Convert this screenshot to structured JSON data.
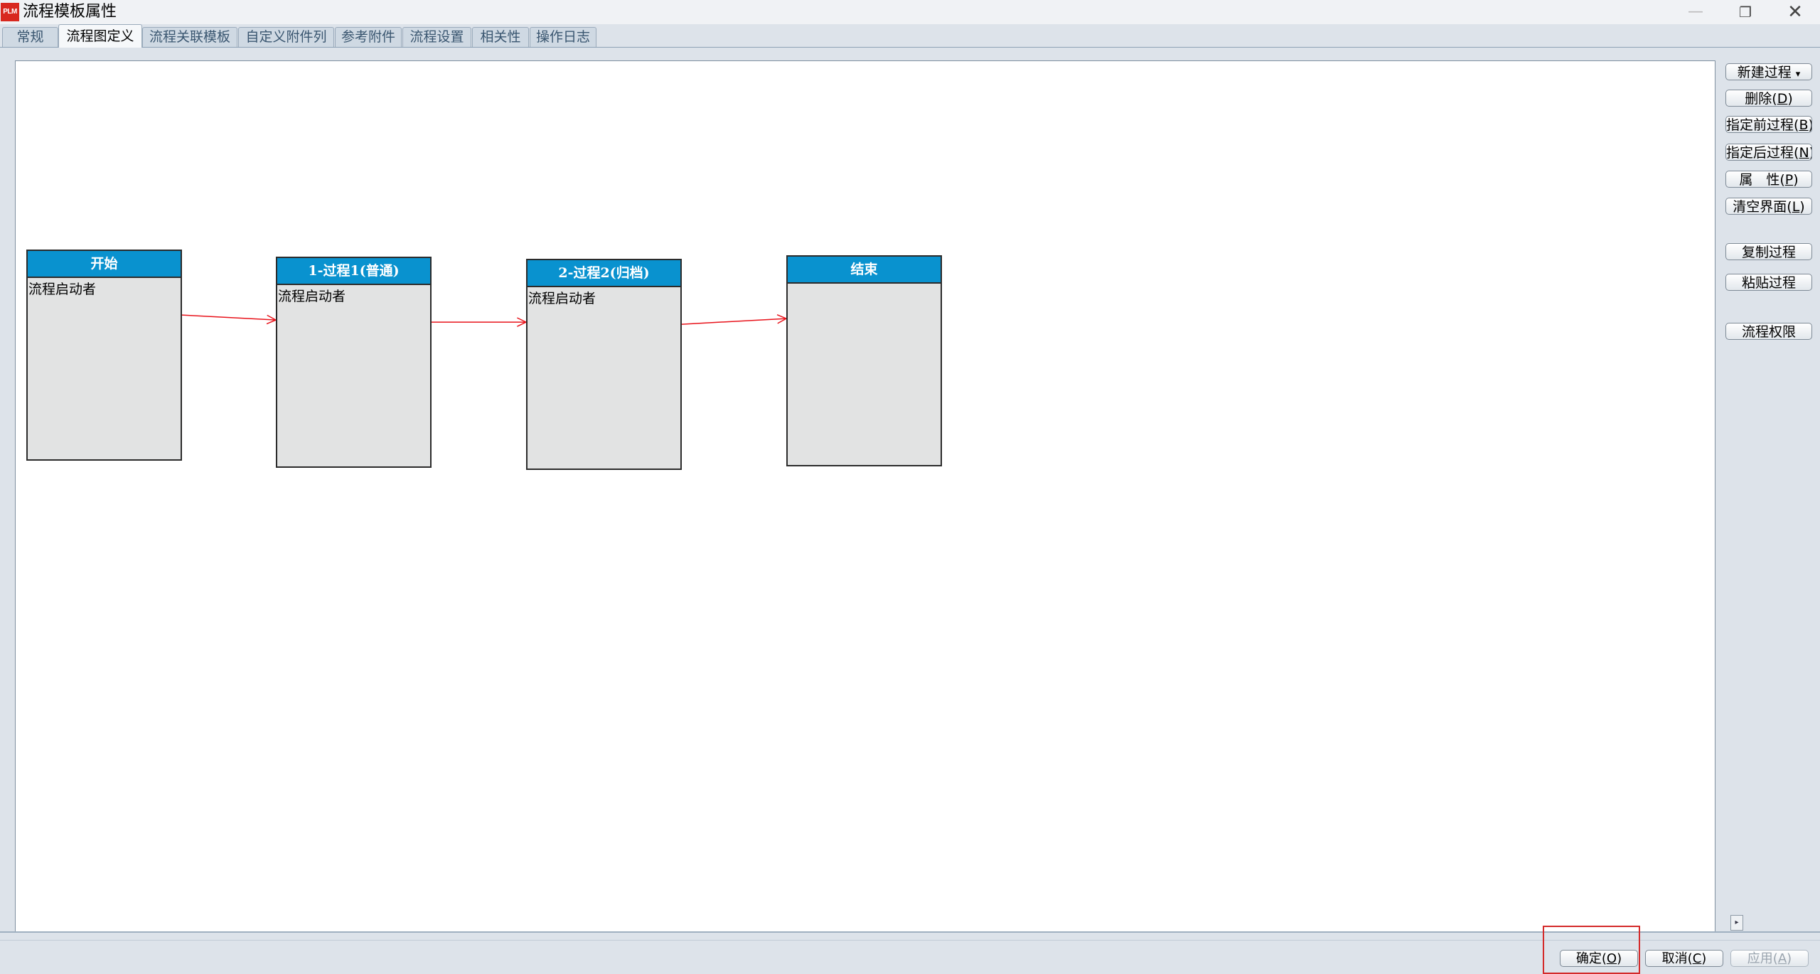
{
  "window": {
    "icon_text": "PLM",
    "title": "流程模板属性",
    "min_glyph": "—",
    "max_glyph": "❐",
    "close_glyph": "✕"
  },
  "tabs": [
    {
      "label": "常规",
      "active": false
    },
    {
      "label": "流程图定义",
      "active": true
    },
    {
      "label": "流程关联模板",
      "active": false
    },
    {
      "label": "自定义附件列",
      "active": false
    },
    {
      "label": "参考附件",
      "active": false
    },
    {
      "label": "流程设置",
      "active": false
    },
    {
      "label": "相关性",
      "active": false
    },
    {
      "label": "操作日志",
      "active": false
    }
  ],
  "flow": {
    "nodes": [
      {
        "title": "开始",
        "body": "流程启动者"
      },
      {
        "title": "1-过程1(普通)",
        "body": "流程启动者"
      },
      {
        "title": "2-过程2(归档)",
        "body": "流程启动者"
      },
      {
        "title": "结束",
        "body": ""
      }
    ],
    "edge_color": "#e8121a",
    "header_color": "#0992cf"
  },
  "side_buttons": {
    "new_process": "新建过程",
    "new_process_arrow": "▾",
    "delete": "删除",
    "delete_key": "D",
    "set_prev": "指定前过程",
    "set_prev_key": "B",
    "set_next": "指定后过程",
    "set_next_key": "N",
    "properties": "属　性",
    "properties_key": "P",
    "clear": "清空界面",
    "clear_key": "L",
    "copy": "复制过程",
    "paste": "粘贴过程",
    "permissions": "流程权限",
    "scroll_glyph": "▸"
  },
  "bottom_buttons": {
    "ok": "确定",
    "ok_key": "O",
    "cancel": "取消",
    "cancel_key": "C",
    "apply": "应用",
    "apply_key": "A"
  }
}
